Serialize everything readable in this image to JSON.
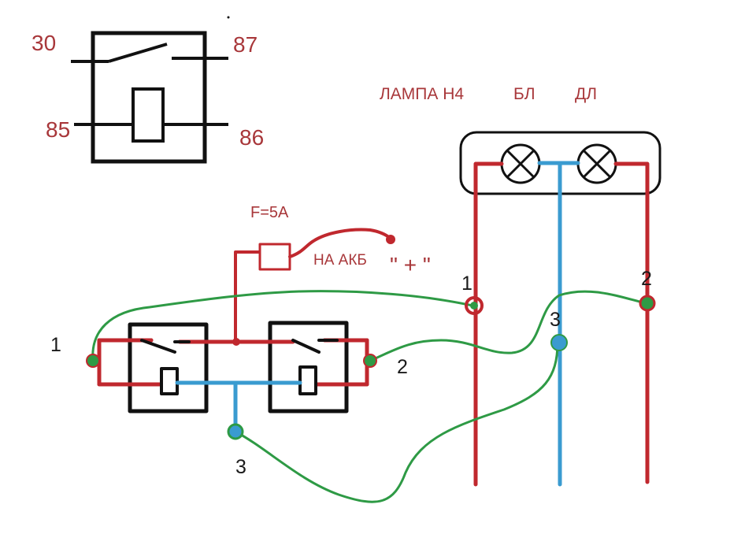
{
  "relay_pins": {
    "p30": "30",
    "p87": "87",
    "p85": "85",
    "p86": "86"
  },
  "fuse_label": "F=5A",
  "battery_label": "НА АКБ",
  "plus_label": "\" + \"",
  "lamp": {
    "title": "ЛАМПА Н4",
    "low_beam": "БЛ",
    "high_beam": "ДЛ"
  },
  "connection_numbers": {
    "left_1": "1",
    "left_2": "2",
    "left_3": "3",
    "right_1": "1",
    "right_2": "2",
    "right_3": "3"
  },
  "colors": {
    "power_wire": "#c0282e",
    "signal_wire": "#3a9bd0",
    "jumper_wire": "#2e9a45",
    "label_red": "#a8373a",
    "outline": "#111111"
  }
}
